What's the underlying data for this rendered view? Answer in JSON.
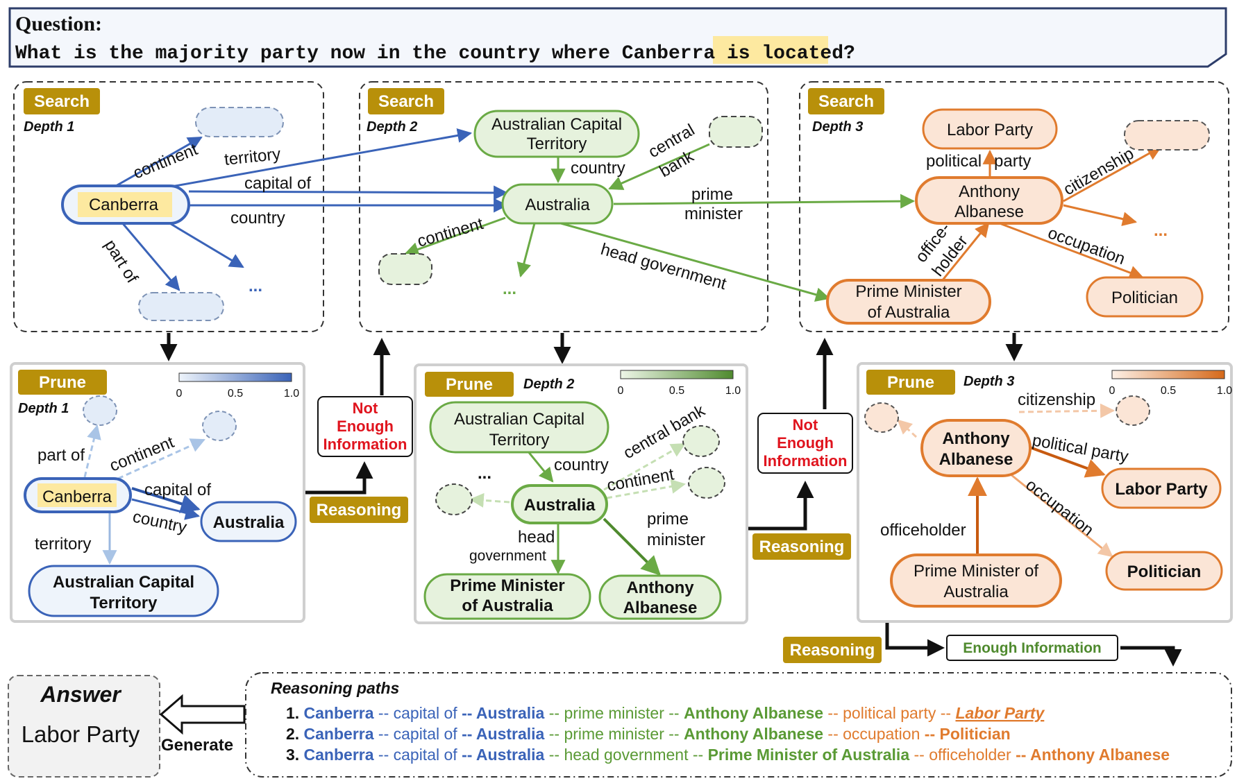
{
  "question": {
    "heading": "Question:",
    "text_before": "What is the majority party now in the country where ",
    "highlight": "Canberra",
    "text_after": " is located?"
  },
  "tags": {
    "search": "Search",
    "prune": "Prune",
    "reasoning": "Reasoning",
    "generate": "Generate"
  },
  "depths": {
    "d1": "Depth 1",
    "d2": "Depth 2",
    "d3": "Depth 3"
  },
  "status": {
    "not_enough_l1": "Not",
    "not_enough_l2": "Enough",
    "not_enough_l3": "Information",
    "enough": "Enough Information"
  },
  "scale": {
    "t0": "0",
    "t05": "0.5",
    "t1": "1.0"
  },
  "search1": {
    "canberra": "Canberra",
    "e_continent": "continent",
    "e_territory": "territory",
    "e_capital": "capital of",
    "e_country": "country",
    "e_partof": "part of",
    "dots": "..."
  },
  "search2": {
    "act_l1": "Australian Capital",
    "act_l2": "Territory",
    "australia": "Australia",
    "e_country": "country",
    "e_central1": "central",
    "e_central2": "bank",
    "e_continent": "continent",
    "e_prime1": "prime",
    "e_prime2": "minister",
    "e_headgov": "head government",
    "dots": "..."
  },
  "search3": {
    "labor": "Labor Party",
    "anthony_l1": "Anthony",
    "anthony_l2": "Albanese",
    "pm_l1": "Prime Minister",
    "pm_l2": "of Australia",
    "politician": "Politician",
    "e_political1": "political",
    "e_political2": "party",
    "e_citizenship": "citizenship",
    "e_office1": "office-",
    "e_office2": "holder",
    "e_occupation": "occupation",
    "dots": "..."
  },
  "prune1": {
    "canberra": "Canberra",
    "australia": "Australia",
    "act_l1": "Australian Capital",
    "act_l2": "Territory",
    "e_partof": "part of",
    "e_continent": "continent",
    "e_capital": "capital of",
    "e_country": "country",
    "e_territory": "territory"
  },
  "prune2": {
    "act_l1": "Australian Capital",
    "act_l2": "Territory",
    "australia": "Australia",
    "pm_l1": "Prime Minister",
    "pm_l2": "of Australia",
    "anthony_l1": "Anthony",
    "anthony_l2": "Albanese",
    "e_country": "country",
    "e_central": "central bank",
    "e_continent": "continent",
    "e_head1": "head",
    "e_head2": "government",
    "e_prime1": "prime",
    "e_prime2": "minister",
    "dots": "..."
  },
  "prune3": {
    "anthony_l1": "Anthony",
    "anthony_l2": "Albanese",
    "labor": "Labor Party",
    "politician": "Politician",
    "pm_l1": "Prime Minister of",
    "pm_l2": "Australia",
    "e_citizenship": "citizenship",
    "e_political": "political party",
    "e_occupation": "occupation",
    "e_officeholder": "officeholder"
  },
  "answer": {
    "title": "Answer",
    "value": "Labor Party"
  },
  "reasoning_paths": {
    "title": "Reasoning paths",
    "paths": [
      {
        "num": "1.",
        "canberra": "Canberra",
        "r1": " -- capital of ",
        "australia": "-- Australia",
        "r2": " -- prime minister -- ",
        "mid": "Anthony Albanese",
        "r3": " -- political party -- ",
        "end": "Labor Party"
      },
      {
        "num": "2.",
        "canberra": "Canberra",
        "r1": " -- capital of ",
        "australia": "-- Australia",
        "r2": " -- prime minister -- ",
        "mid": "Anthony Albanese",
        "r3": " -- occupation ",
        "end": "-- Politician"
      },
      {
        "num": "3.",
        "canberra": "Canberra",
        "r1": " -- capital of ",
        "australia": "-- Australia",
        "r2": " -- head government -- ",
        "mid": "Prime Minister of Australia",
        "r3": " -- officeholder ",
        "end": "-- Anthony Albanese"
      }
    ]
  },
  "colors": {
    "blue": "#3a63b8",
    "green": "#6aaa45",
    "orange": "#e07b2e",
    "gold": "#b8900a",
    "blue_fill": "#eef4fb",
    "green_fill": "#e6f2dd",
    "orange_fill": "#fbe5d6"
  }
}
